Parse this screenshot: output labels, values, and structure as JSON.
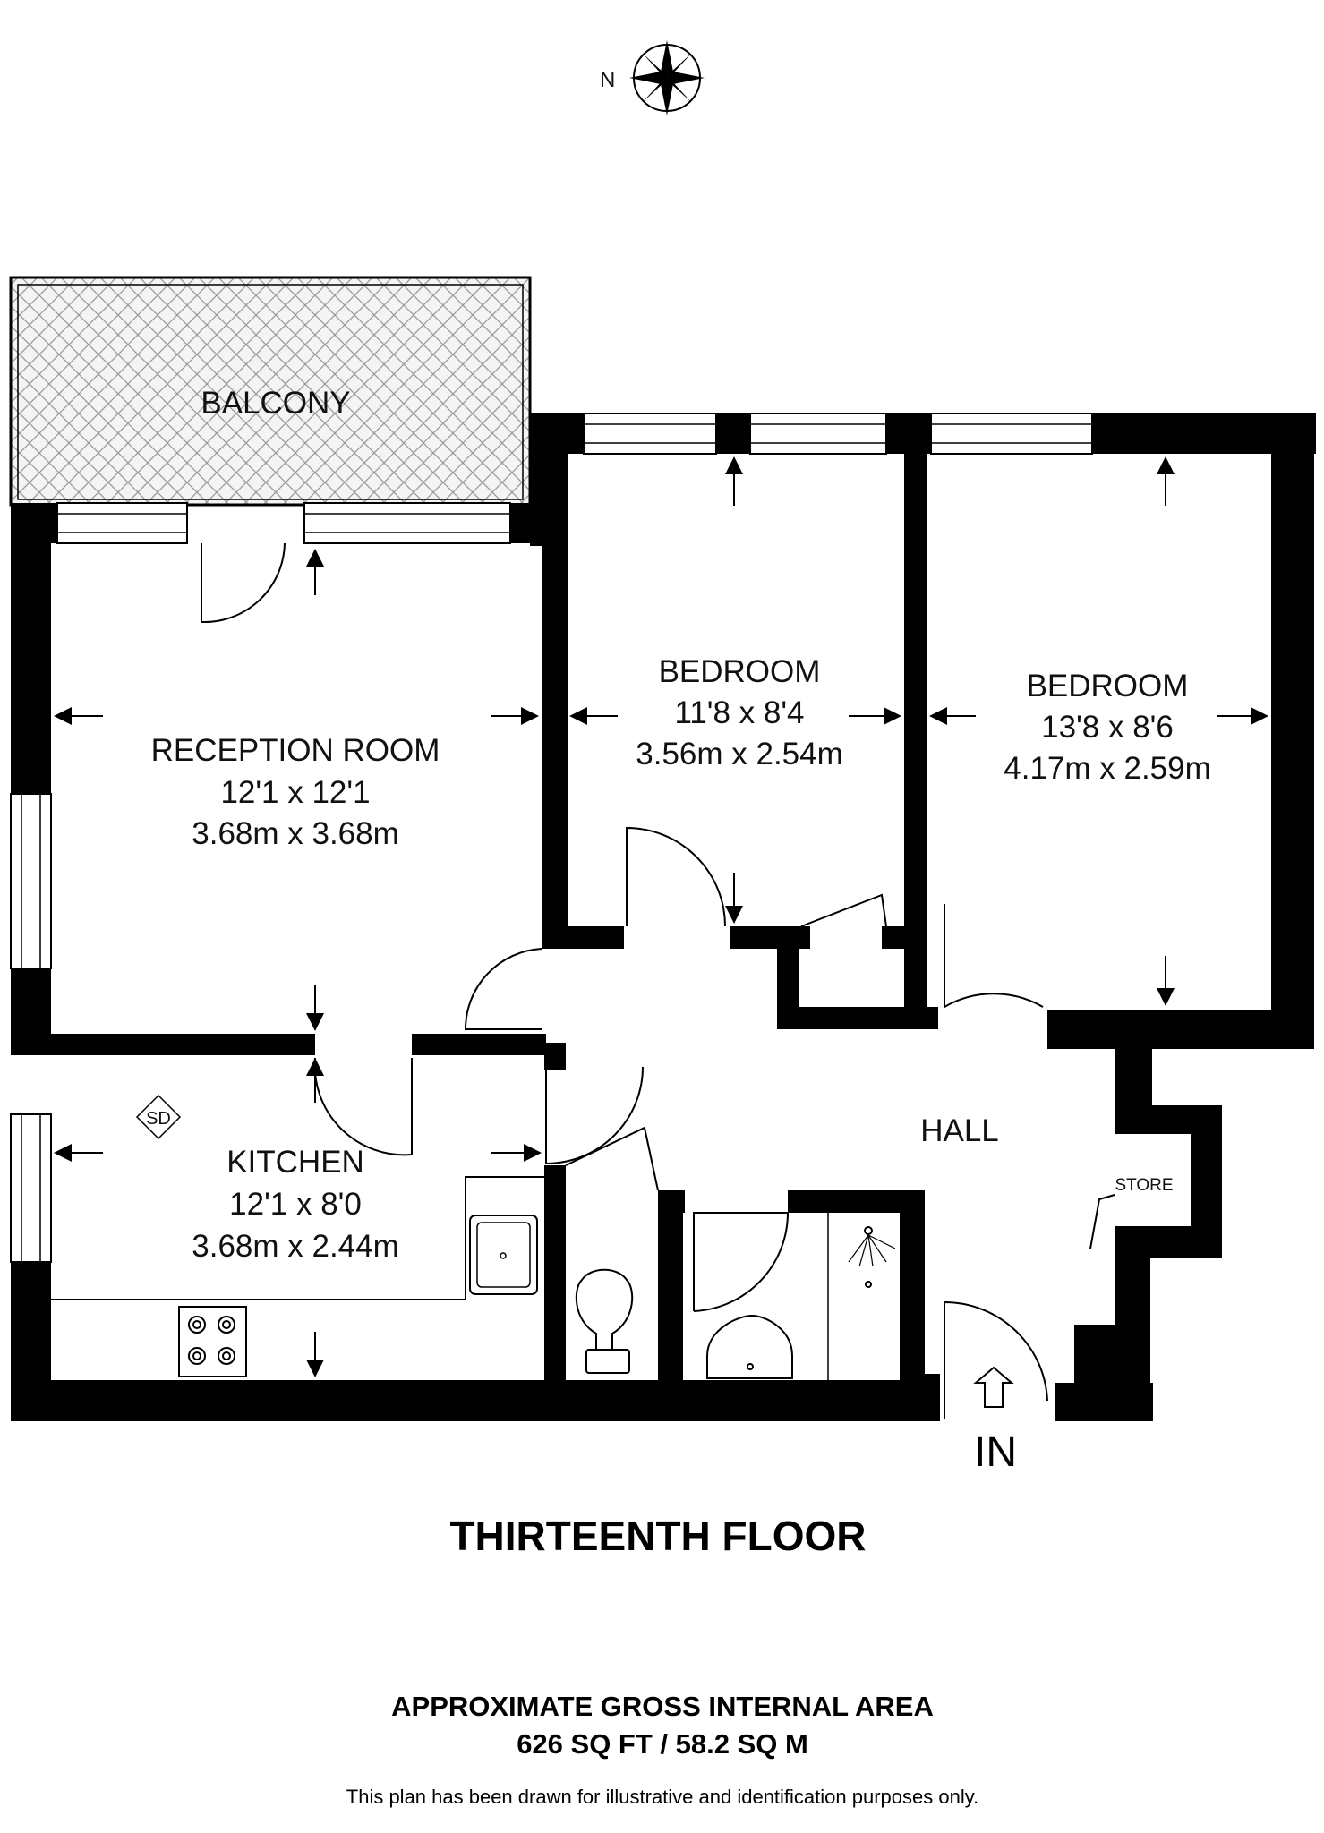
{
  "compass": {
    "north_label": "N"
  },
  "rooms": {
    "balcony": {
      "name": "BALCONY"
    },
    "reception": {
      "name": "RECEPTION  ROOM",
      "imperial": "12'1 x 12'1",
      "metric": "3.68m x 3.68m"
    },
    "bedroom1": {
      "name": "BEDROOM",
      "imperial": "11'8 x 8'4",
      "metric": "3.56m x 2.54m"
    },
    "bedroom2": {
      "name": "BEDROOM",
      "imperial": "13'8 x 8'6",
      "metric": "4.17m x 2.59m"
    },
    "kitchen": {
      "name": "KITCHEN",
      "imperial": "12'1 x 8'0",
      "metric": "3.68m x 2.44m"
    },
    "hall": {
      "name": "HALL"
    },
    "store": {
      "name": "STORE"
    }
  },
  "symbols": {
    "smoke_detector": "SD",
    "entrance": "IN"
  },
  "floor_title": "THIRTEENTH FLOOR",
  "area": {
    "heading": "APPROXIMATE GROSS INTERNAL AREA",
    "value": "626 SQ FT / 58.2 SQ M"
  },
  "disclaimer": "This plan has been drawn for illustrative and identification purposes only."
}
